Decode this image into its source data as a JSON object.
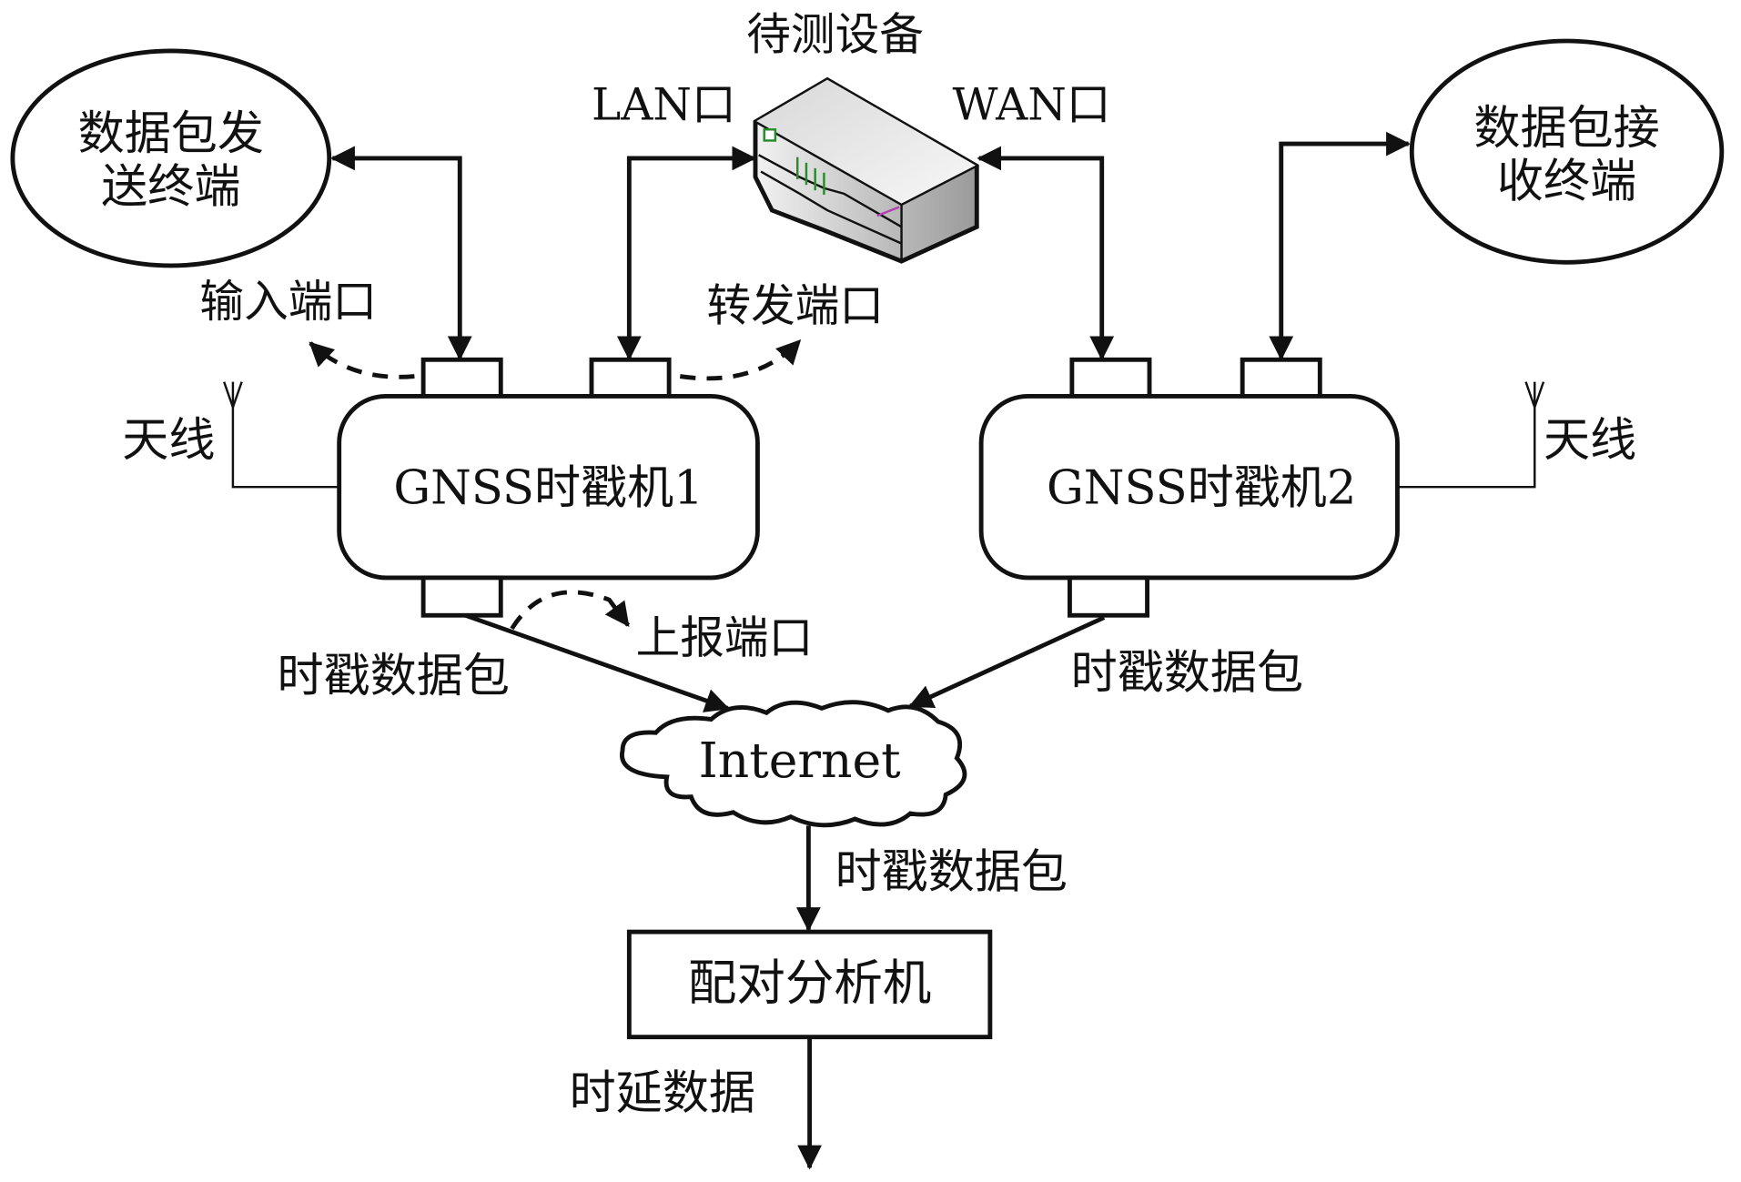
{
  "device_under_test": {
    "title": "待测设备",
    "lan_label": "LAN口",
    "wan_label": "WAN口"
  },
  "sender": {
    "line1": "数据包发",
    "line2": "送终端"
  },
  "receiver": {
    "line1": "数据包接",
    "line2": "收终端"
  },
  "timestamper1": {
    "label": "GNSS时戳机1",
    "antenna_label": "天线",
    "input_port_label": "输入端口",
    "forward_port_label": "转发端口",
    "report_port_label": "上报端口",
    "packet_label": "时戳数据包"
  },
  "timestamper2": {
    "label": "GNSS时戳机2",
    "antenna_label": "天线",
    "packet_label": "时戳数据包"
  },
  "network": {
    "label": "Internet",
    "packet_label": "时戳数据包"
  },
  "analyzer": {
    "label": "配对分析机",
    "output_label": "时延数据"
  }
}
